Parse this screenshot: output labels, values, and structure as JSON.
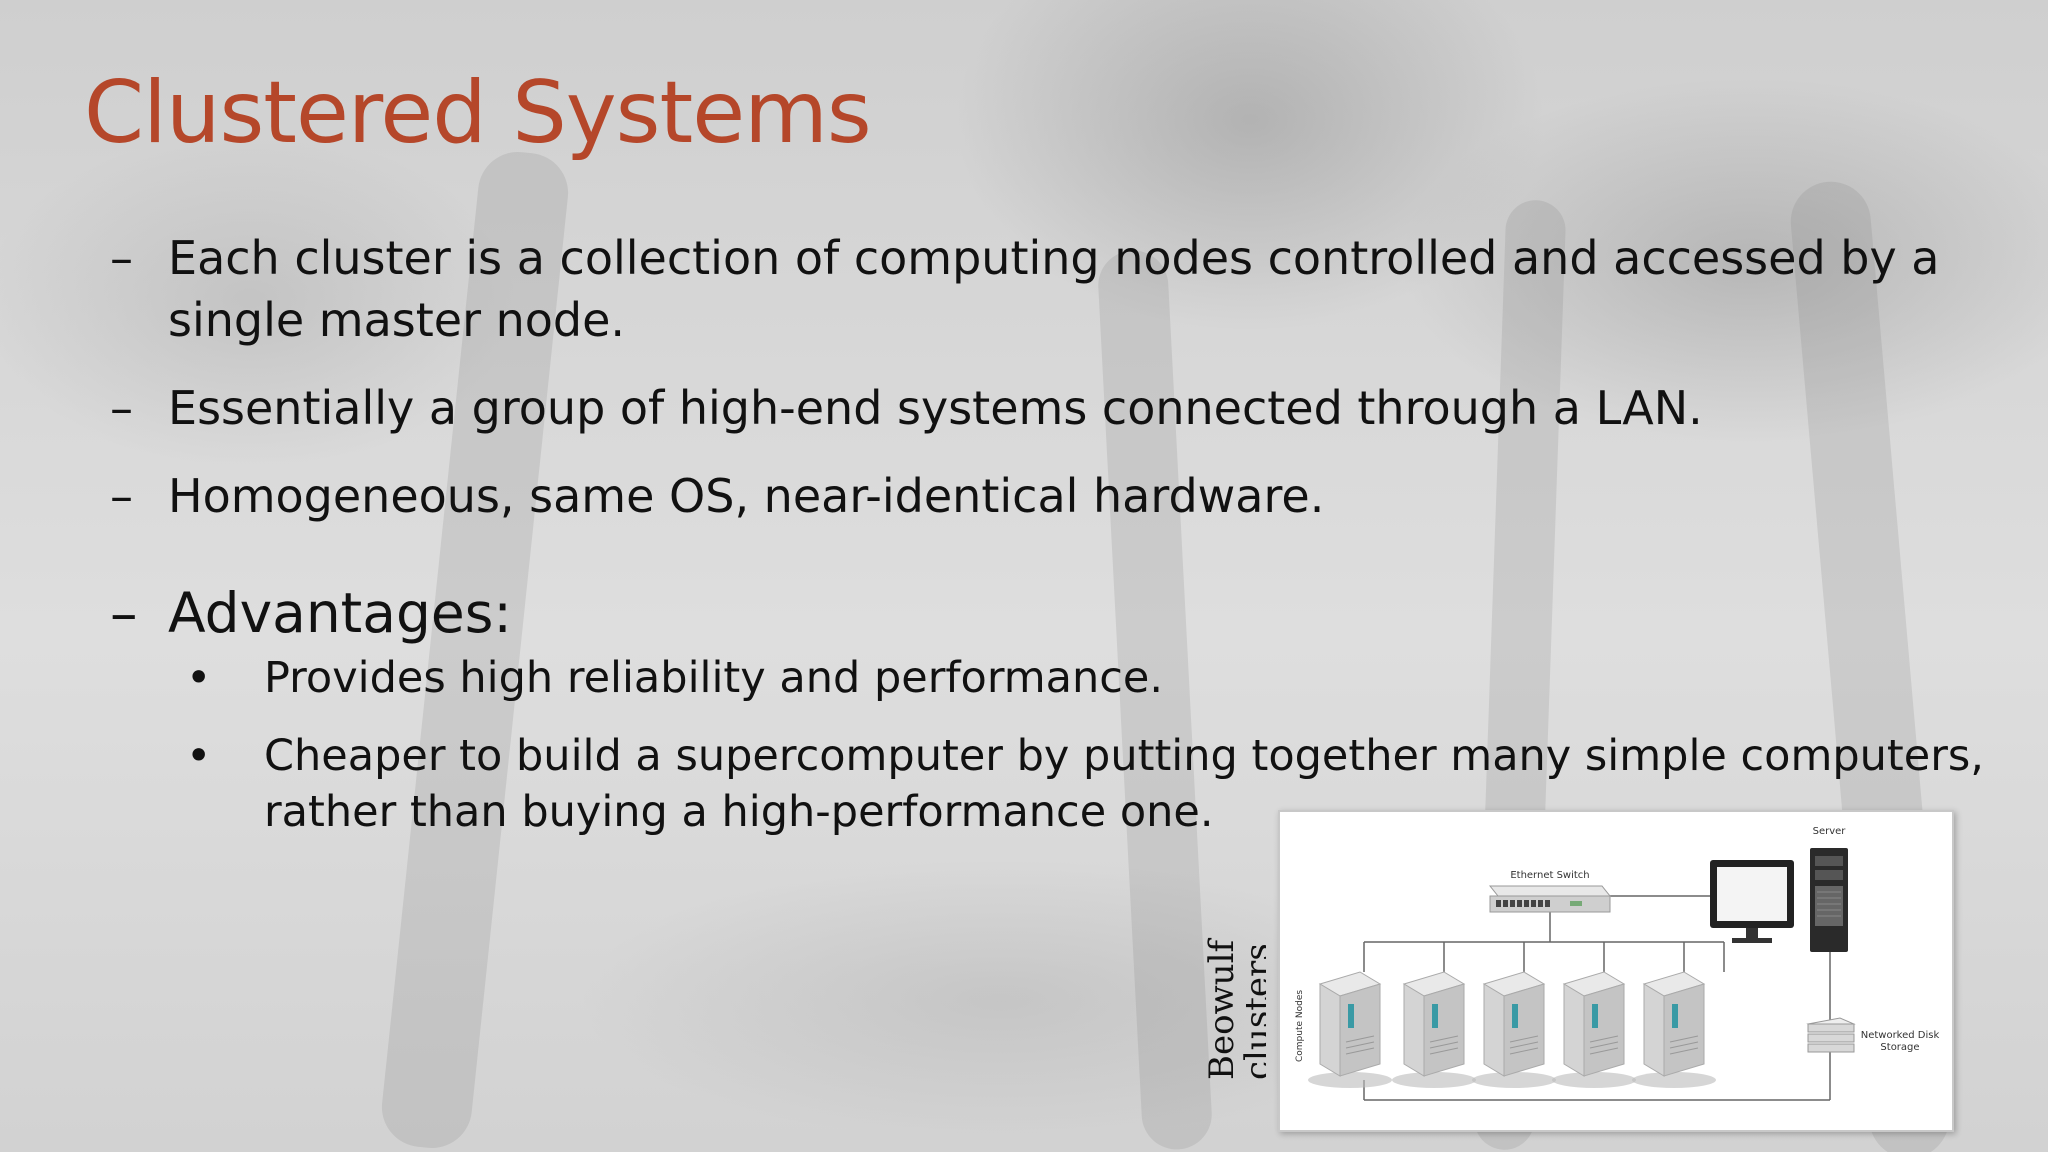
{
  "slide": {
    "title": "Clustered Systems",
    "bullets": [
      {
        "marker": "–",
        "line1": "Each cluster is a collection of computing nodes controlled and accessed by a",
        "line2": "single master node."
      },
      {
        "marker": "–",
        "line1": "Essentially a group of high-end systems connected through a LAN."
      },
      {
        "marker": "–",
        "line1": "Homogeneous, same OS, near-identical hardware."
      }
    ],
    "advantages": {
      "marker": "–",
      "heading": "Advantages:",
      "items": [
        {
          "marker": "•",
          "line1": "Provides high reliability and performance."
        },
        {
          "marker": "•",
          "line1": "Cheaper to build a supercomputer by putting together many simple computers,",
          "line2": "rather than buying a high-performance one."
        }
      ]
    }
  },
  "figure": {
    "caption_line1": "Beowulf",
    "caption_line2": "clusters",
    "labels": {
      "server": "Server",
      "switch": "Ethernet Switch",
      "compute_nodes": "Compute Nodes",
      "disk_line1": "Networked Disk",
      "disk_line2": "Storage"
    }
  }
}
